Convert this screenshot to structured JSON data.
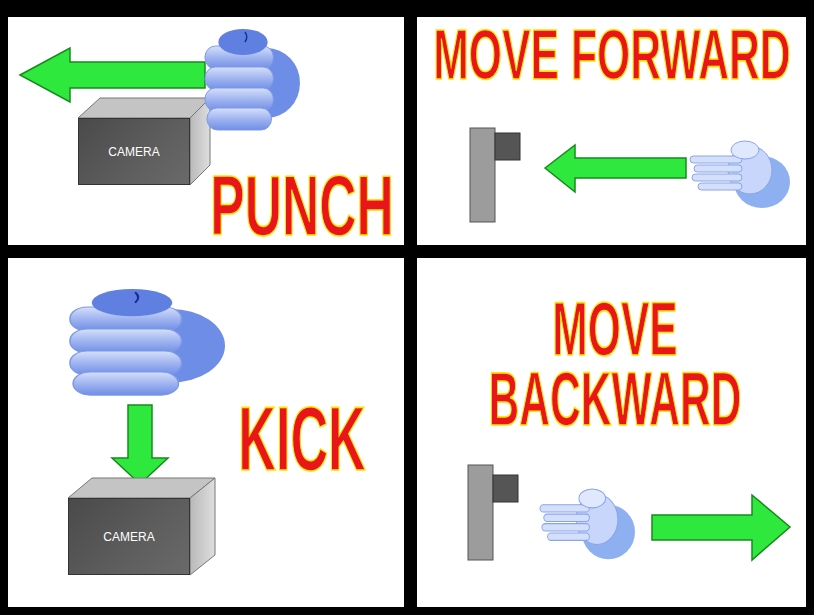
{
  "diagram": {
    "nodes": [
      {
        "text": [
          "CAMERA"
        ]
      },
      {
        "text": [
          "CAMERA"
        ]
      }
    ],
    "labels": [
      "PUNCH",
      "MOVE FORWARD",
      "KICK",
      "MOVE BACKWARD"
    ]
  }
}
